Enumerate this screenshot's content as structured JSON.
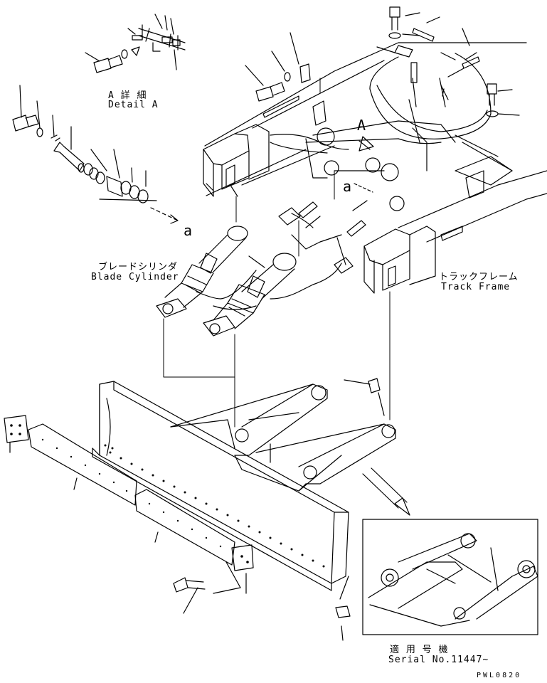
{
  "labels": {
    "detail_a_jp": "A 詳 細",
    "detail_a_en": "Detail A",
    "marker_a_1": "a",
    "marker_a_2": "a",
    "marker_big_a": "A",
    "blade_cylinder_jp": "ブレードシリンダ",
    "blade_cylinder_en": "Blade Cylinder",
    "track_frame_jp": "トラックフレーム",
    "track_frame_en": "Track Frame",
    "serial_jp": "適 用 号 機",
    "serial_en": "Serial No.11447~",
    "drawing_code": "PWL0820"
  },
  "colors": {
    "ink": "#000000",
    "paper": "#ffffff"
  }
}
